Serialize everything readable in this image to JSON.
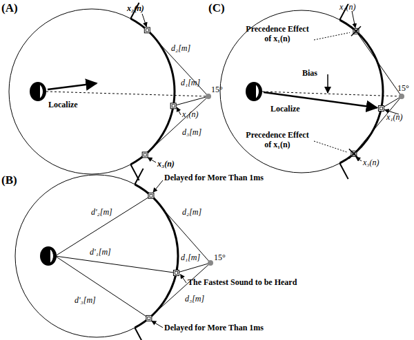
{
  "diagram": {
    "labels": [
      "(A)",
      "x₂(n)",
      "d₂[m]",
      "d₁[m]",
      "15°",
      "x₁(n)",
      "Localize",
      "d₃[m]",
      "x₃(n)",
      "(C)",
      "x₂(n)",
      "Precedence Effect of x₁(n)",
      "15°",
      "Bias",
      "Localize",
      "x₁(n)",
      "Precedence Effect of x₁(n)",
      "x₃(n)",
      "(B)",
      "Delayed for More Than 1ms",
      "d₂[m]",
      "d'₂[m]",
      "15°",
      "d'₁[m]",
      "d₁[m]",
      "The Fastest Sound to be Heard",
      "d₃[m]",
      "d'₃[m]",
      "Delayed for More Than 1ms"
    ]
  }
}
